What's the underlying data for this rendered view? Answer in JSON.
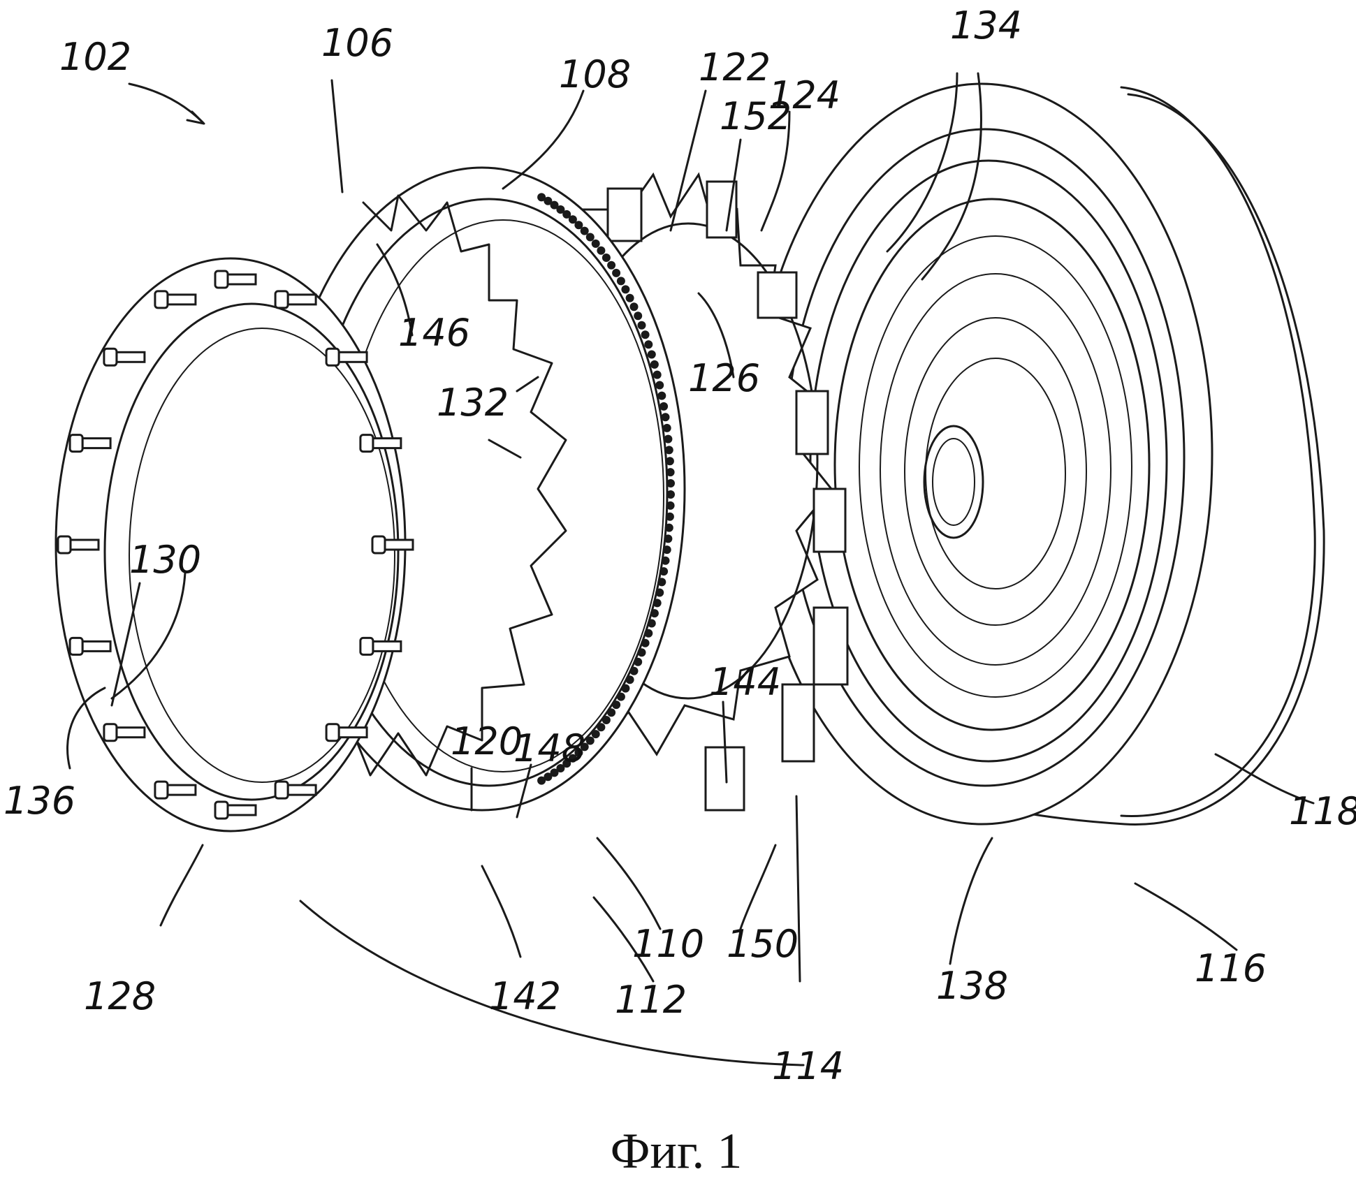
{
  "figure": {
    "caption": "Фиг. 1",
    "labels": [
      {
        "id": "102",
        "text": "102"
      },
      {
        "id": "106",
        "text": "106"
      },
      {
        "id": "108",
        "text": "108"
      },
      {
        "id": "122",
        "text": "122"
      },
      {
        "id": "152",
        "text": "152"
      },
      {
        "id": "124",
        "text": "124"
      },
      {
        "id": "134",
        "text": "134"
      },
      {
        "id": "146",
        "text": "146"
      },
      {
        "id": "126",
        "text": "126"
      },
      {
        "id": "132",
        "text": "132"
      },
      {
        "id": "130",
        "text": "130"
      },
      {
        "id": "144",
        "text": "144"
      },
      {
        "id": "120",
        "text": "120"
      },
      {
        "id": "148",
        "text": "148"
      },
      {
        "id": "118",
        "text": "118"
      },
      {
        "id": "136",
        "text": "136"
      },
      {
        "id": "138",
        "text": "138"
      },
      {
        "id": "116",
        "text": "116"
      },
      {
        "id": "110",
        "text": "110"
      },
      {
        "id": "150",
        "text": "150"
      },
      {
        "id": "128",
        "text": "128"
      },
      {
        "id": "142",
        "text": "142"
      },
      {
        "id": "112",
        "text": "112"
      },
      {
        "id": "114",
        "text": "114"
      }
    ]
  }
}
